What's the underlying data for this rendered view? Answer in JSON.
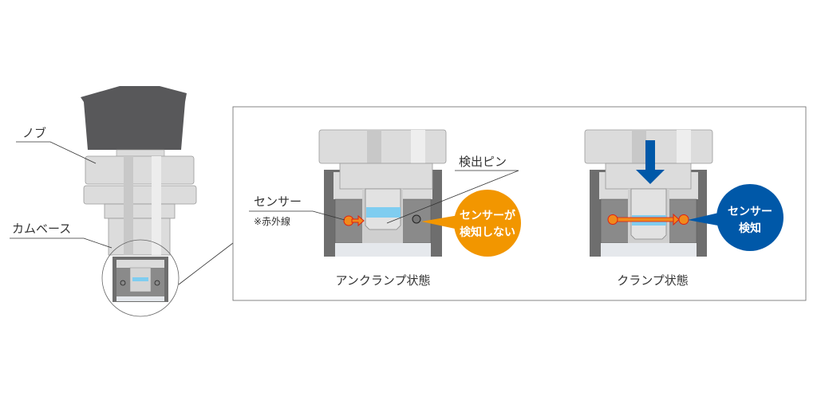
{
  "product": {
    "labels": {
      "knob": "ノブ",
      "cam_base": "カムベース"
    }
  },
  "unclamp": {
    "title": "アンクランプ状態",
    "detect_pin": "検出ピン",
    "sensor": "センサー",
    "sensor_note": "※赤外線",
    "bubble_line1": "センサーが",
    "bubble_line2": "検知しない"
  },
  "clamp": {
    "title": "クランプ状態",
    "bubble_line1": "センサー",
    "bubble_line2": "検知"
  },
  "colors": {
    "knob": "#58585a",
    "housing": "#6e6e6e",
    "metal": "#dcdcdc",
    "band": "#7fcdf0",
    "orange": "#f29600",
    "blue": "#0058a8",
    "sensor": "#f08a1c"
  }
}
